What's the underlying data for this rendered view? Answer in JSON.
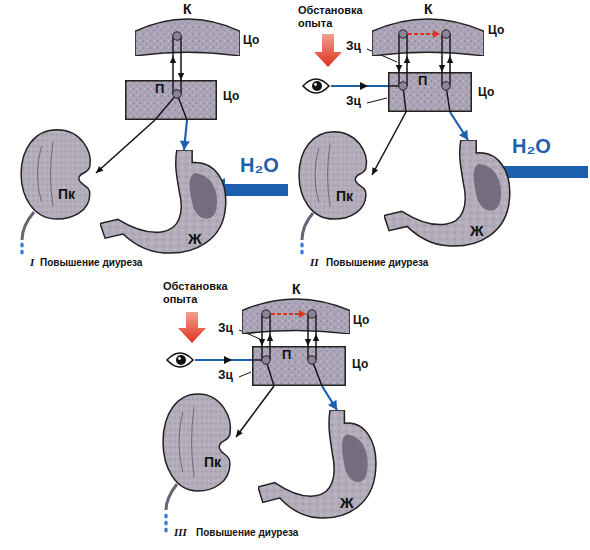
{
  "diagram": {
    "nodes": [
      {
        "text": [
          "К",
          "Цо"
        ]
      },
      {
        "text": [
          "П",
          "Цо"
        ]
      },
      {
        "text": [
          "Пк"
        ]
      },
      {
        "text": [
          "Ж"
        ]
      },
      {
        "text": [
          "К",
          "Цо"
        ]
      },
      {
        "text": [
          "П",
          "Цо"
        ]
      },
      {
        "text": [
          "Пк"
        ]
      },
      {
        "text": [
          "Ж"
        ]
      },
      {
        "text": [
          "К",
          "Цо"
        ]
      },
      {
        "text": [
          "П",
          "Цо"
        ]
      },
      {
        "text": [
          "Пк"
        ]
      },
      {
        "text": [
          "Ж"
        ]
      }
    ],
    "edges": [
      {
        "from": 1,
        "to": 0,
        "arrow": "to"
      },
      {
        "from": 0,
        "to": 1,
        "arrow": "to"
      },
      {
        "from": 1,
        "to": 2,
        "arrow": "to"
      },
      {
        "from": 1,
        "to": 3,
        "arrow": "to"
      },
      {
        "from": 5,
        "to": 4,
        "arrow": "to"
      },
      {
        "from": 4,
        "to": 5,
        "arrow": "to"
      },
      {
        "from": 5,
        "to": 4,
        "arrow": "to"
      },
      {
        "from": 4,
        "to": 5,
        "arrow": "to"
      },
      {
        "from": 5,
        "to": 6,
        "arrow": "to"
      },
      {
        "from": 5,
        "to": 7,
        "arrow": "to"
      },
      {
        "from": 9,
        "to": 8,
        "arrow": "to"
      },
      {
        "from": 8,
        "to": 9,
        "arrow": "to"
      },
      {
        "from": 9,
        "to": 8,
        "arrow": "to"
      },
      {
        "from": 8,
        "to": 9,
        "arrow": "to"
      },
      {
        "from": 9,
        "to": 10,
        "arrow": "to"
      },
      {
        "from": 9,
        "to": 11,
        "arrow": "to"
      }
    ],
    "labels": [
      "I",
      "Повышение диуреза",
      "H₂O",
      "Обстановка опыта",
      "Зц",
      "Зц",
      "H₂O",
      "II",
      "Повышение диуреза",
      "Обстановка опыта",
      "Зц",
      "Зц",
      "III",
      "Повышение диуреза"
    ]
  }
}
